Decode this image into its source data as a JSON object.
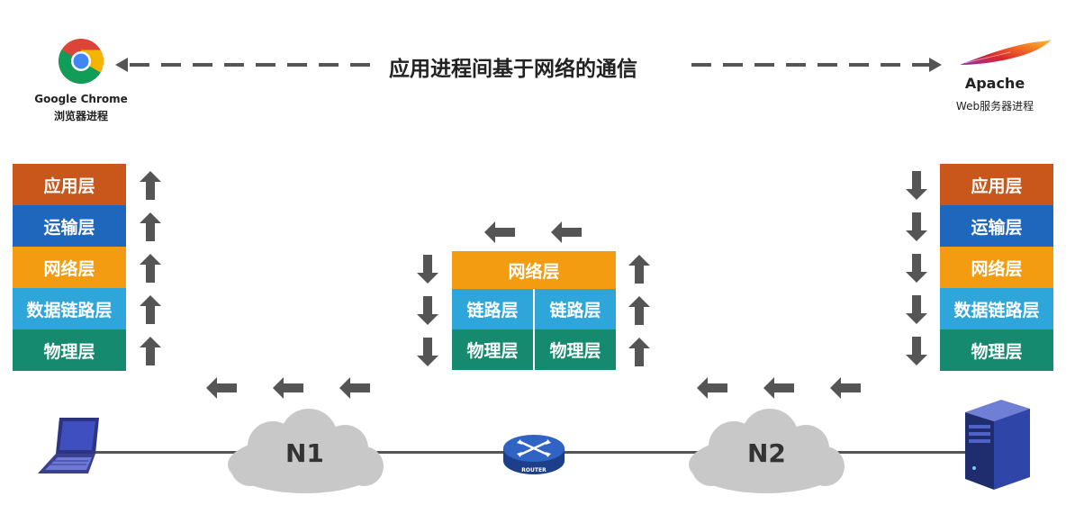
{
  "header": {
    "title": "应用进程间基于网络的通信",
    "client_app": "Google Chrome",
    "client_process": "浏览器进程",
    "server_app": "Apache",
    "server_process": "Web服务器进程"
  },
  "left_stack": [
    "应用层",
    "运输层",
    "网络层",
    "数据链路层",
    "物理层"
  ],
  "right_stack": [
    "应用层",
    "运输层",
    "网络层",
    "数据链路层",
    "物理层"
  ],
  "router_stack": {
    "network": "网络层",
    "link_left": "链路层",
    "link_right": "链路层",
    "phy_left": "物理层",
    "phy_right": "物理层"
  },
  "network": {
    "n1": "N1",
    "n2": "N2",
    "router_label": "ROUTER"
  },
  "colors": {
    "application": "#c9561b",
    "transport": "#1f67bd",
    "network": "#f39c12",
    "link": "#2fa6d9",
    "physical": "#168a6e",
    "arrow": "#555555",
    "dashed_line": "#555555"
  }
}
